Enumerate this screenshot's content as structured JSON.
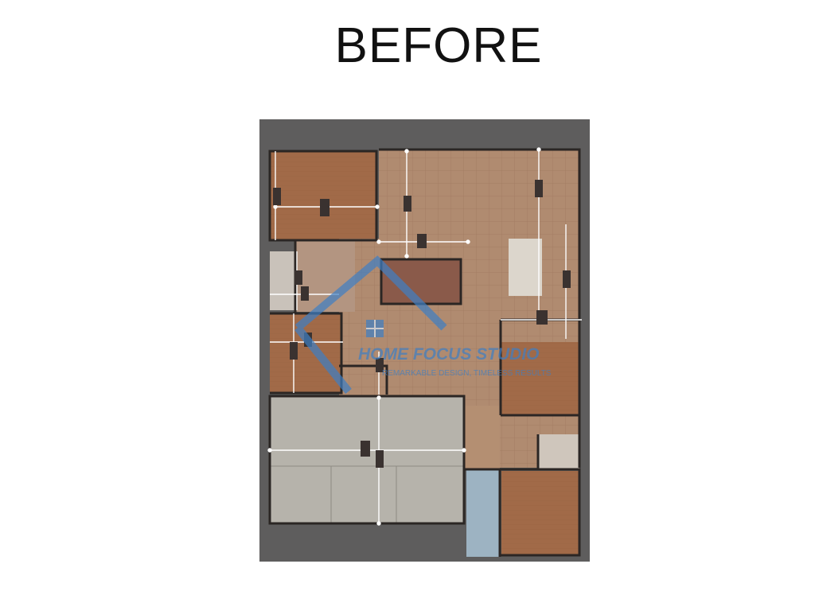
{
  "title": "BEFORE",
  "watermark": {
    "name": "HOME FOCUS STUDIO",
    "tagline": "REMARKABLE DESIGN, TIMELESS RESULTS"
  },
  "colors": {
    "background": "#ffffff",
    "plan_backdrop": "#5e5d5d",
    "wood_floor": "#a06a49",
    "tile_floor": "#b18d72",
    "garage_floor": "#b6b3ab",
    "wall": "#2b2624",
    "dimension_line": "#ffffff",
    "watermark": "#3e7fc4"
  }
}
